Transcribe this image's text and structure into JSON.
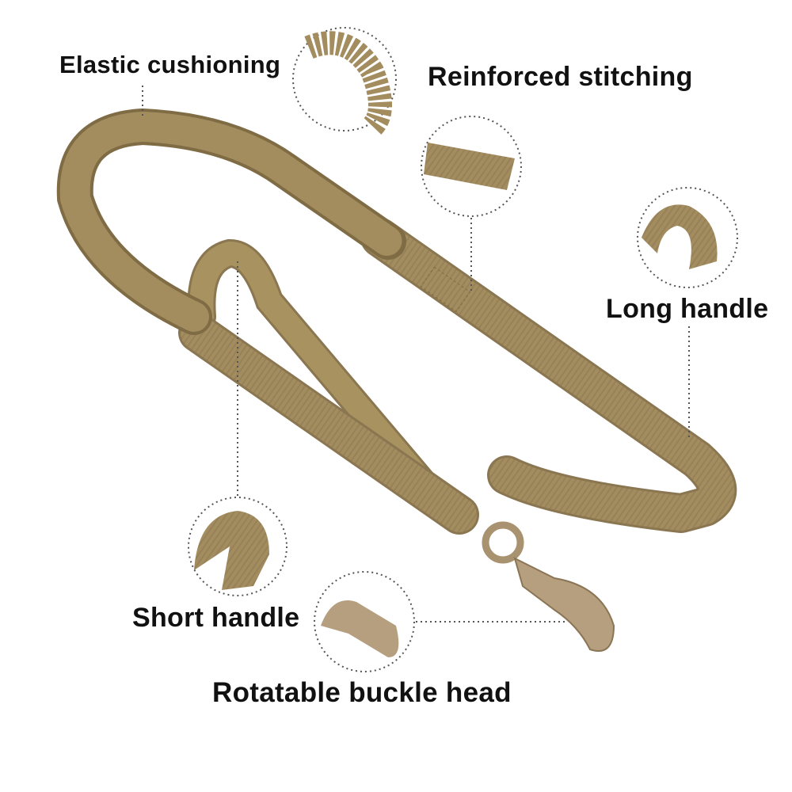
{
  "labels": {
    "elastic": "Elastic cushioning",
    "stitching": "Reinforced stitching",
    "long_handle": "Long handle",
    "short_handle": "Short handle",
    "buckle": "Rotatable buckle head"
  },
  "colors": {
    "strap": "#a38d5f",
    "strap_dark": "#7f6c45",
    "strap_light": "#b8a374",
    "metal": "#b59f7e",
    "text": "#111111"
  }
}
